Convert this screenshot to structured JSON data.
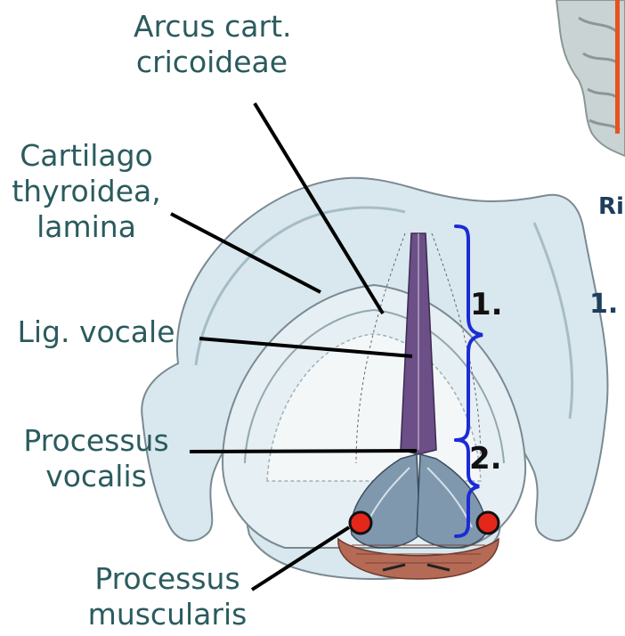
{
  "labels": {
    "arcus": [
      "Arcus cart.",
      "cricoideae"
    ],
    "cartilago": [
      "Cartilago",
      "thyroidea,",
      "lamina"
    ],
    "lig_vocale": "Lig. vocale",
    "proc_vocalis": [
      "Processus",
      "vocalis"
    ],
    "proc_muscularis": [
      "Processus",
      "muscularis"
    ]
  },
  "segments": {
    "one": "1.",
    "two": "2."
  },
  "side_text": {
    "ri": "Ri",
    "one": "1."
  },
  "colors": {
    "label_text": "#2b5b5e",
    "brace": "#1b2bd6",
    "marker_fill": "#e4261b",
    "pointer_line": "#000000",
    "cartilage_fill": "#d8e8ee",
    "fold_fill": "#6b4f86",
    "muscle_fill": "#b46a55",
    "accent_red": "#e8531d"
  }
}
